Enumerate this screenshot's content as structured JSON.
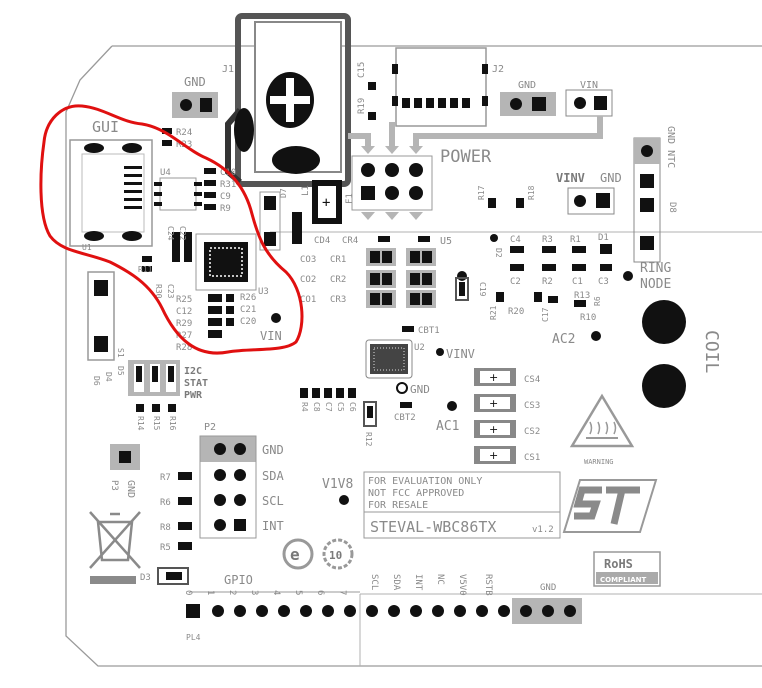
{
  "board": {
    "name": "STEVAL-WBC86TX",
    "version": "v1.2",
    "disclaimer": [
      "FOR EVALUATION ONLY",
      "NOT FCC APPROVED",
      "FOR RESALE"
    ],
    "rohs": [
      "RoHS",
      "COMPLIANT"
    ]
  },
  "labels": {
    "gnd": "GND",
    "vin": "VIN",
    "vinv": "VINV",
    "v1v8": "V1V8",
    "power": "POWER",
    "gui": "GUI",
    "ring_node": [
      "RING",
      "NODE"
    ],
    "coil": "COIL",
    "ac1": "AC1",
    "ac2": "AC2",
    "gpio": "GPIO",
    "i2c_stat_pwr": [
      "I2C",
      "STAT",
      "PWR"
    ],
    "warning": "WARNING",
    "gnd_ntc": "GND NTC"
  },
  "pins": {
    "p2": [
      "GND",
      "SDA",
      "SCL",
      "INT"
    ],
    "gpio_numbers": [
      "0",
      "1",
      "2",
      "3",
      "4",
      "5",
      "6",
      "7"
    ],
    "header_tail": [
      "SCL",
      "SDA",
      "INT",
      "NC",
      "V5V0",
      "RSTB",
      "GND"
    ]
  },
  "refdes": {
    "j1": "J1",
    "j2": "J2",
    "u1": "U1",
    "u2": "U2",
    "u3": "U3",
    "u4": "U4",
    "u5": "U5",
    "p2": "P2",
    "p3": "P3",
    "pl4": "PL4",
    "d7": "D7",
    "d8": "D8",
    "d3": "D3",
    "r24": "R24",
    "r23": "R23",
    "c10": "C10",
    "r31": "R31",
    "c9": "C9",
    "r9": "R9",
    "r25": "R25",
    "r26": "R26",
    "c12": "C12",
    "c21": "C21",
    "r29": "R29",
    "c20": "C20",
    "r28": "R28",
    "r27": "R27",
    "c15": "C15",
    "r19": "R19",
    "l1": "L1",
    "f1": "F1",
    "cd4": "CD4",
    "cr4": "CR4",
    "co3": "CO3",
    "cr1": "CR1",
    "co2": "CO2",
    "cr2": "CR2",
    "co1": "CO1",
    "cr3": "CR3",
    "r17": "R17",
    "r18": "R18",
    "c4": "C4",
    "r3": "R3",
    "r1": "R1",
    "d1": "D1",
    "c2": "C2",
    "r2": "R2",
    "c1": "C1",
    "c3": "C3",
    "c19": "C19",
    "r21": "R21",
    "r20": "R20",
    "c17": "C17",
    "r13": "R13",
    "r10": "R10",
    "r6": "R6",
    "cbt1": "CBT1",
    "cbt2": "CBT2",
    "r12": "R12",
    "cs4": "CS4",
    "cs3": "CS3",
    "cs2": "CS2",
    "cs1": "CS1",
    "r7": "R7",
    "r5": "R5",
    "r8": "R8",
    "s1": "S1",
    "d4": "D4",
    "d5": "D5",
    "d6": "D6",
    "r14": "R14",
    "r15": "R15",
    "r16": "R16",
    "c5": "C5",
    "c6": "C6",
    "c7": "C7",
    "c8": "C8",
    "r4": "R4",
    "r11": "R11",
    "r30": "R30",
    "c22": "C22",
    "c23": "C23",
    "c24": "C24",
    "r22": "R22",
    "d2": "D2"
  },
  "annotation": {
    "color": "#e01010"
  }
}
